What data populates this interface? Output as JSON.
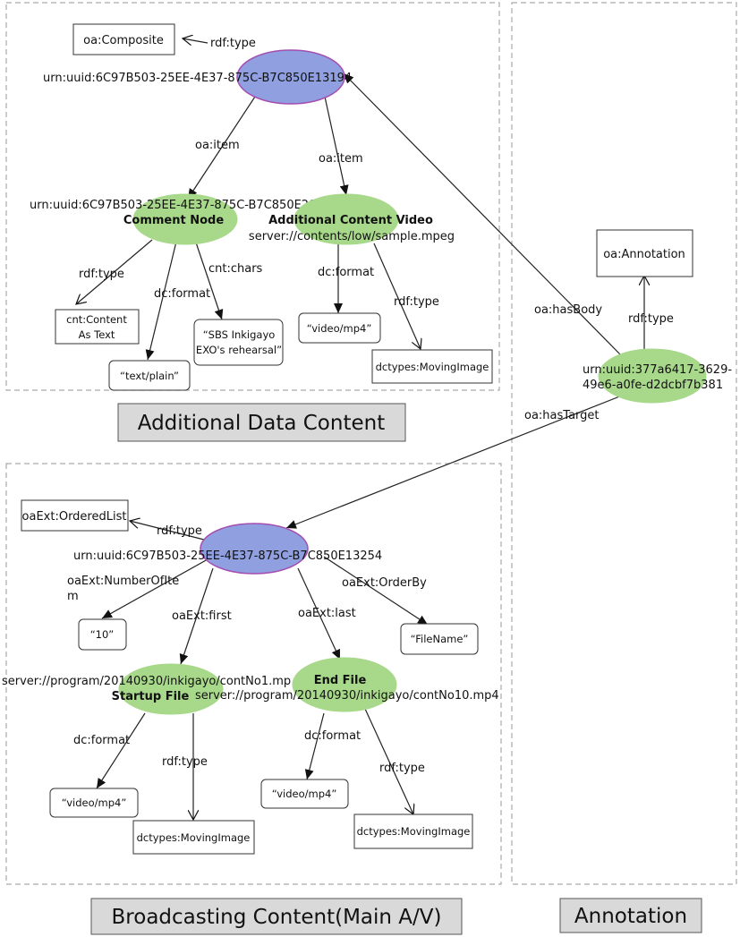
{
  "sections": {
    "additional_caption": "Additional Data Content",
    "broadcast_caption": "Broadcasting Content(Main A/V)",
    "annotation_caption": "Annotation"
  },
  "top": {
    "composite": "oa:Composite",
    "composite_rdf": "rdf:type",
    "uuid_main": "urn:uuid:6C97B503-25EE-4E37-875C-B7C850E13194",
    "item_left": "oa:item",
    "item_right": "oa:item",
    "uuid_comment": "urn:uuid:6C97B503-25EE-4E37-875C-B7C850E20000",
    "comment_node": "Comment Node",
    "video_node": "Additional Content Video",
    "video_server": "server://contents/low/sample.mpeg",
    "rdf_type_left": "rdf:type",
    "dc_format_left": "dc:format",
    "cnt_chars": "cnt:chars",
    "dc_format_right": "dc:format",
    "rdf_type_right": "rdf:type",
    "cnt_content_line1": "cnt:Content",
    "cnt_content_line2": "As Text",
    "text_plain": "“text/plain”",
    "chars_line1": "“SBS Inkigayo",
    "chars_line2": "EXO's rehearsal”",
    "video_mp4": "“video/mp4”",
    "moving_image": "dctypes:MovingImage"
  },
  "annotation": {
    "annotation_box": "oa:Annotation",
    "rdf_type": "rdf:type",
    "uuid_line1": "urn:uuid:377a6417-3629-",
    "uuid_line2": "49e6-a0fe-d2dcbf7b381",
    "has_body": "oa:hasBody",
    "has_target": "oa:hasTarget"
  },
  "bottom": {
    "ordered_list": "oaExt:OrderedList",
    "rdf_type": "rdf:type",
    "uuid_main": "urn:uuid:6C97B503-25EE-4E37-875C-B7C850E13254",
    "number_of_item_line1": "oaExt:NumberOfIte",
    "number_of_item_line2": "m",
    "order_by": "oaExt:OrderBy",
    "first": "oaExt:first",
    "last": "oaExt:last",
    "ten": "“10”",
    "file_name": "“FileName”",
    "startup_server": "server://program/20140930/inkigayo/contNo1.mp",
    "startup_file": "Startup File",
    "end_file": "End File",
    "end_server": "server://program/20140930/inkigayo/contNo10.mp4",
    "dc_format_left": "dc:format",
    "rdf_type_left": "rdf:type",
    "dc_format_right": "dc:format",
    "rdf_type_right": "rdf:type",
    "video_mp4_left": "“video/mp4”",
    "moving_image_left": "dctypes:MovingImage",
    "video_mp4_right": "“video/mp4”",
    "moving_image_right": "dctypes:MovingImage"
  }
}
